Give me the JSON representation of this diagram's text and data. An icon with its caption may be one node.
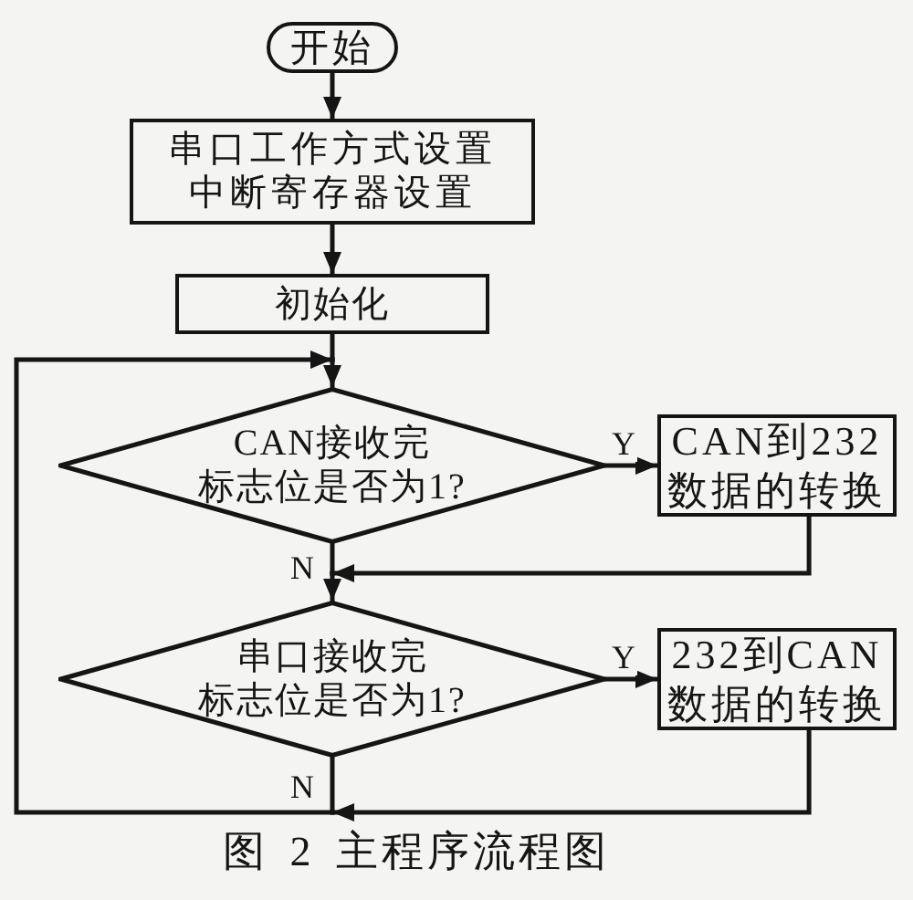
{
  "diagram": {
    "caption": "图 2 主程序流程图",
    "nodes": [
      {
        "text": [
          "开始"
        ]
      },
      {
        "text": [
          "串口工作方式设置",
          "中断寄存器设置"
        ]
      },
      {
        "text": [
          "初始化"
        ]
      },
      {
        "text": [
          "CAN接收完标志位是否为1?"
        ]
      },
      {
        "text": [
          "CAN到232数据的转换"
        ]
      },
      {
        "text": [
          "串口接收完标志位是否为1?"
        ]
      },
      {
        "text": [
          "232到CAN数据的转换"
        ]
      }
    ],
    "edges": [
      {
        "from": 0,
        "to": 1,
        "arrow": "to"
      },
      {
        "from": 1,
        "to": 2,
        "arrow": "to"
      },
      {
        "from": 2,
        "to": 3,
        "arrow": "to"
      },
      {
        "from": 3,
        "to": 4,
        "arrow": "to",
        "label": "Y"
      },
      {
        "from": 3,
        "to": 5,
        "arrow": "to",
        "label": "N"
      },
      {
        "from": 4,
        "to": 5,
        "arrow": "to"
      },
      {
        "from": 5,
        "to": 6,
        "arrow": "to",
        "label": "Y"
      },
      {
        "from": 5,
        "to": 3,
        "arrow": "to",
        "label": "N"
      },
      {
        "from": 6,
        "to": 3,
        "arrow": "to"
      }
    ]
  }
}
